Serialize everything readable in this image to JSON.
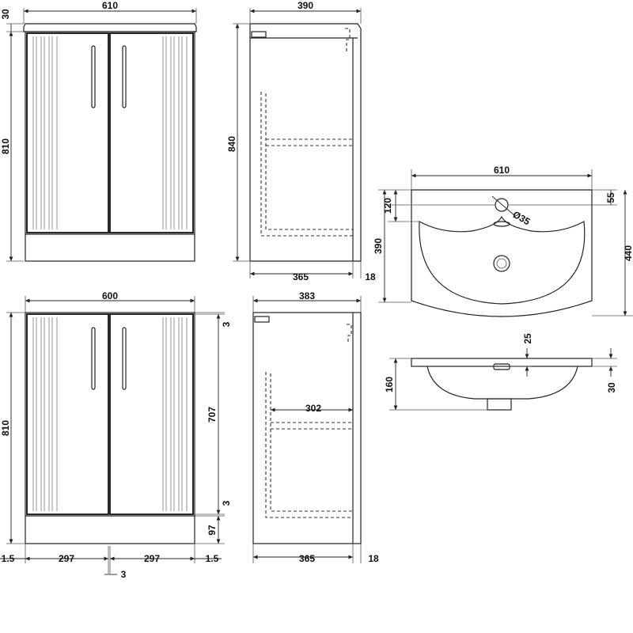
{
  "ink_color": "#222222",
  "background": "#ffffff",
  "views": {
    "front_with_top": {
      "width": "610",
      "top_thickness": "30",
      "height": "810"
    },
    "side_with_top": {
      "depth": "390",
      "height": "840",
      "carcass_depth": "365",
      "door_thickness": "18"
    },
    "basin_plan": {
      "width": "610",
      "tap_hole_offset": "55",
      "tap_to_bowl": "120",
      "tap_hole_diameter": "Ø35",
      "bowl_depth": "390",
      "overall_depth": "440"
    },
    "basin_section": {
      "rim_thickness": "25",
      "height": "160",
      "waste_height": "30"
    },
    "front_unit": {
      "width": "600",
      "height": "810",
      "top_gap": "3",
      "door_height": "707",
      "bottom_gap": "3",
      "plinth_height": "97",
      "edge_left": "1.5",
      "door_left_width": "297",
      "door_right_width": "297",
      "edge_right": "1.5",
      "center_gap": "3"
    },
    "side_unit": {
      "depth": "383",
      "shelf_depth": "302",
      "carcass_depth": "365",
      "door_thickness": "18"
    }
  }
}
